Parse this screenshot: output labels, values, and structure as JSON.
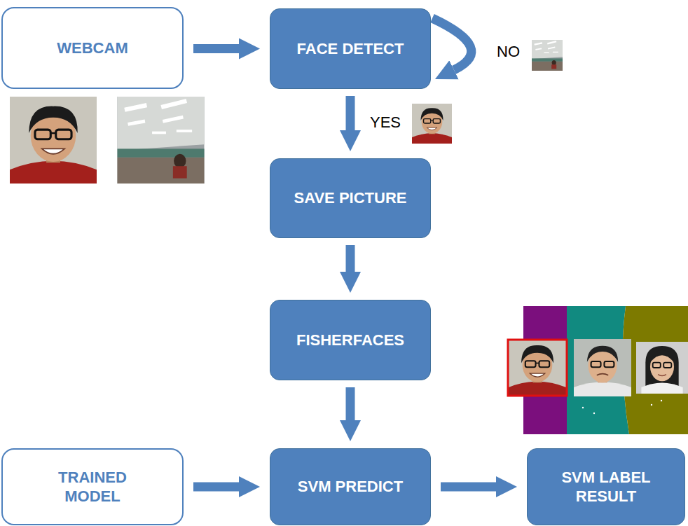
{
  "diagram": {
    "nodes": [
      {
        "text": [
          "WEBCAM"
        ]
      },
      {
        "text": [
          "FACE DETECT"
        ]
      },
      {
        "text": [
          "SAVE PICTURE"
        ]
      },
      {
        "text": [
          "FISHERFACES"
        ]
      },
      {
        "text": [
          "TRAINED MODEL"
        ]
      },
      {
        "text": [
          "SVM PREDICT"
        ]
      },
      {
        "text": [
          "SVM LABEL RESULT"
        ]
      }
    ],
    "edges": [
      {
        "from": 0,
        "to": 1,
        "arrow": "to"
      },
      {
        "from": 1,
        "to": 1,
        "label": "NO",
        "arrow": "to"
      },
      {
        "from": 1,
        "to": 2,
        "label": "YES",
        "arrow": "to"
      },
      {
        "from": 2,
        "to": 3,
        "arrow": "to"
      },
      {
        "from": 3,
        "to": 5,
        "arrow": "to"
      },
      {
        "from": 4,
        "to": 5,
        "arrow": "to"
      },
      {
        "from": 5,
        "to": 6,
        "arrow": "to"
      }
    ]
  }
}
